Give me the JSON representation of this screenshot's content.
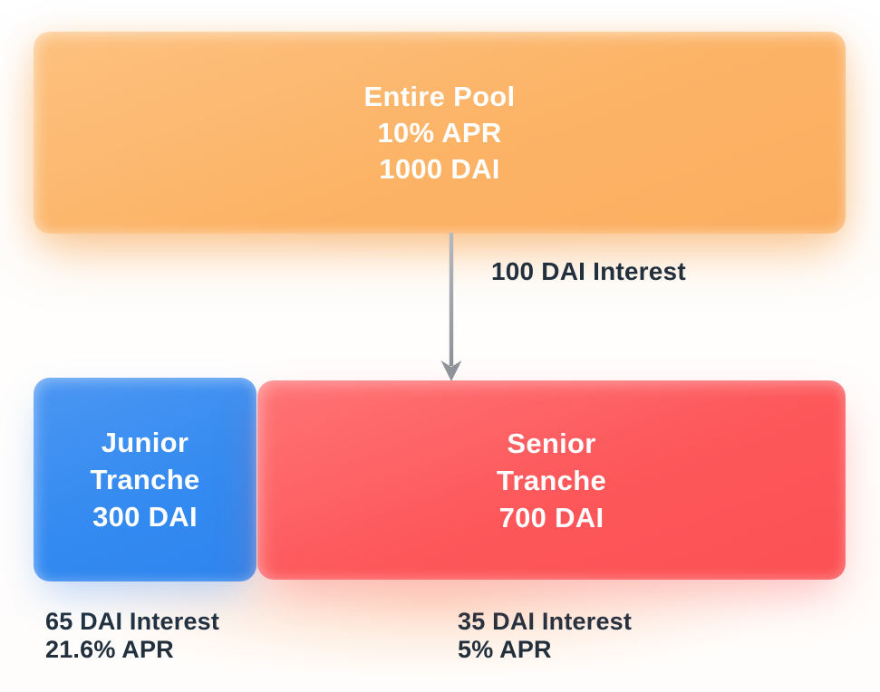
{
  "pool": {
    "title": "Entire Pool",
    "apr": "10% APR",
    "amount": "1000 DAI"
  },
  "flow": {
    "label": "100 DAI Interest"
  },
  "junior": {
    "name_line1": "Junior",
    "name_line2": "Tranche",
    "amount": "300 DAI",
    "interest": "65 DAI Interest",
    "apr": "21.6% APR"
  },
  "senior": {
    "name_line1": "Senior",
    "name_line2": "Tranche",
    "amount": "700 DAI",
    "interest": "35 DAI Interest",
    "apr": "5% APR"
  },
  "colors": {
    "pool_fill": "#fbb266",
    "junior_fill": "#338af0",
    "senior_fill": "#fd5659",
    "label_text": "#22303e",
    "arrow_gray": "#8f949b"
  }
}
